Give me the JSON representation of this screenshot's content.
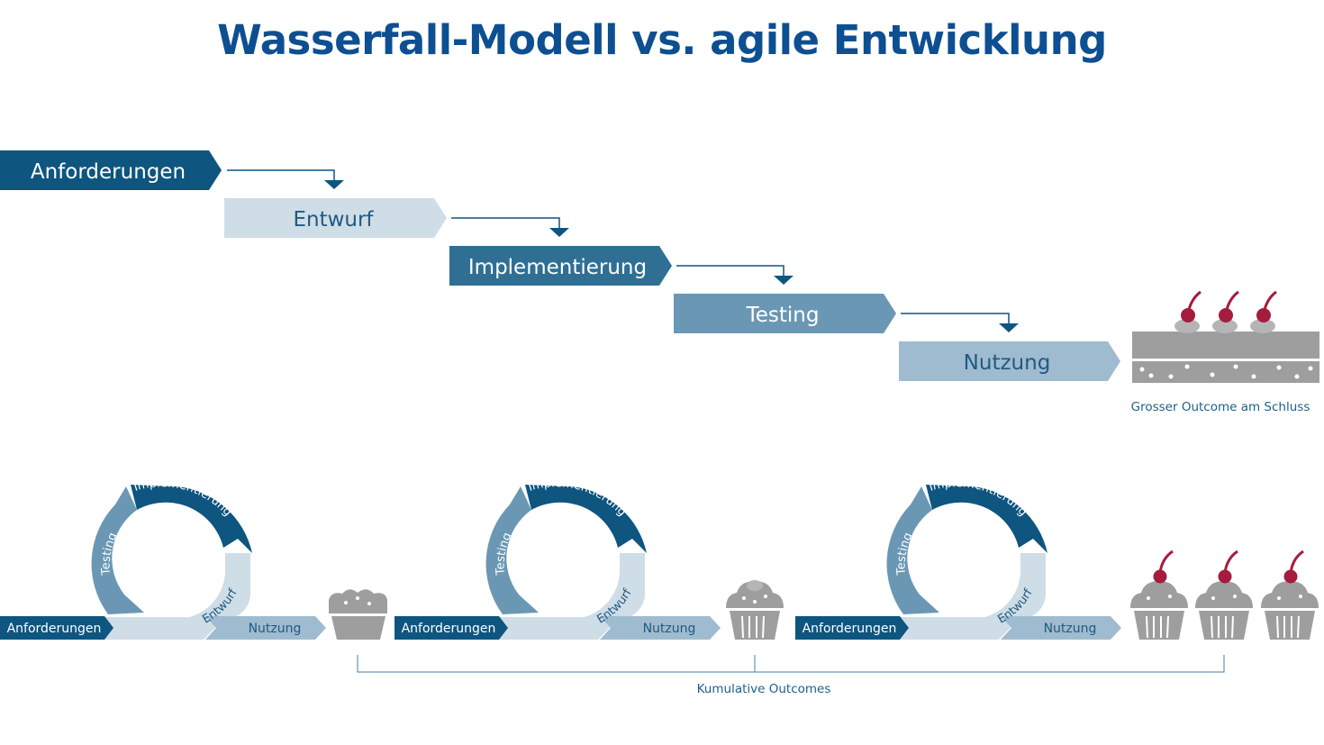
{
  "title": "Wasserfall-Modell vs. agile Entwicklung",
  "colors": {
    "title": "#0d4f91",
    "dark_blue": "#0e5580",
    "mid_blue": "#2f6f94",
    "steel_blue": "#6a98b4",
    "light_steel": "#9fbbd0",
    "pale_blue": "#cfdde7",
    "cake_gray": "#9e9e9e",
    "cherry": "#a61c3c"
  },
  "waterfall": {
    "phases": [
      "Anforderungen",
      "Entwurf",
      "Implementierung",
      "Testing",
      "Nutzung"
    ],
    "outcome_label": "Grosser Outcome am Schluss"
  },
  "agile": {
    "cycles": [
      {
        "start": "Anforderungen",
        "loop": [
          "Implementierung",
          "Testing",
          "Entwurf"
        ],
        "end": "Nutzung"
      },
      {
        "start": "Anforderungen",
        "loop": [
          "Implementierung",
          "Testing",
          "Entwurf"
        ],
        "end": "Nutzung"
      },
      {
        "start": "Anforderungen",
        "loop": [
          "Implementierung",
          "Testing",
          "Entwurf"
        ],
        "end": "Nutzung"
      }
    ],
    "outcomes": [
      "muffin",
      "cupcake",
      "cupcakes-with-cherries"
    ],
    "cumulative_label": "Kumulative Outcomes"
  }
}
